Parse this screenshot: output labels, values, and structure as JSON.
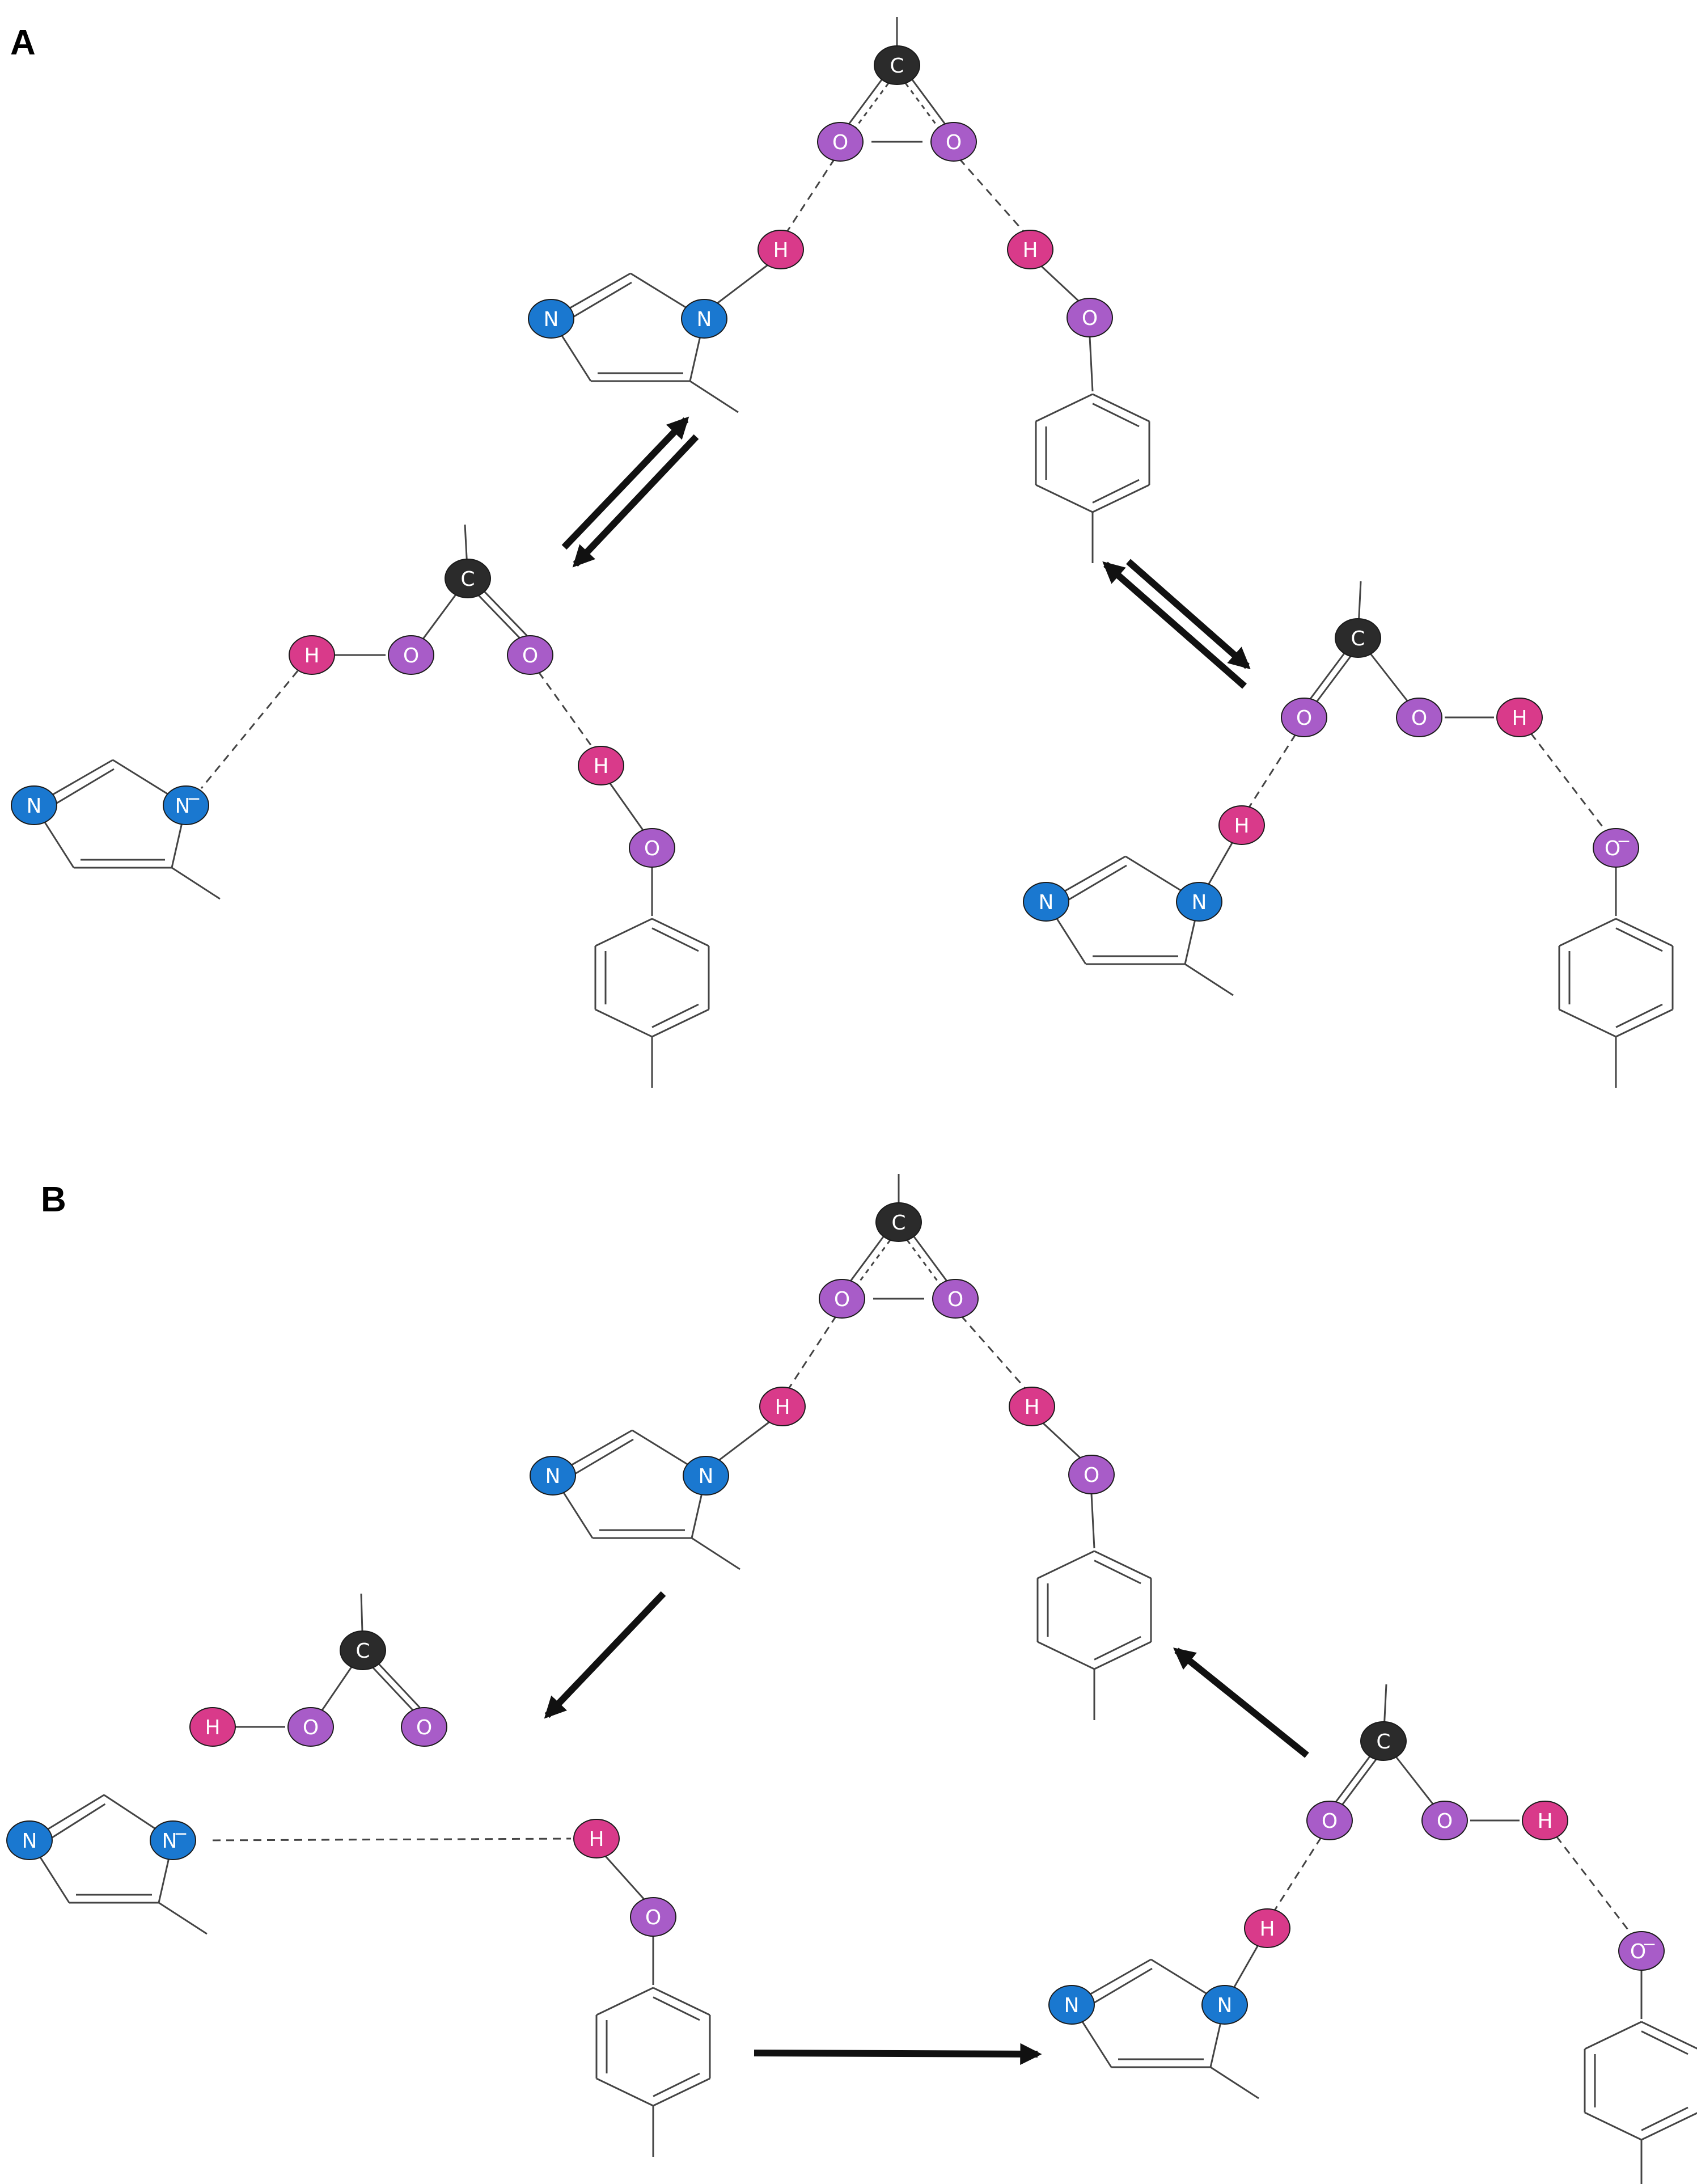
{
  "panels": [
    {
      "label": "A"
    },
    {
      "label": "B"
    }
  ],
  "colors": {
    "carbon": "#2b2b2b",
    "oxygen": "#a85cc8",
    "hydrogen": "#d93a8a",
    "nitrogen": "#1a78d0",
    "bond": "#444444",
    "arrow": "#111111",
    "atom_text": "#ffffff"
  },
  "atom_labels": {
    "C": "C",
    "O": "O",
    "H": "H",
    "N": "N",
    "N_minus": "N",
    "O_minus": "O",
    "minus": "−"
  },
  "diagram": {
    "panel_A_arrows": "reversible (equilibrium) between the central complex and each side complex",
    "panel_B_arrows": "one-directional cycle: top → left → right → top"
  }
}
